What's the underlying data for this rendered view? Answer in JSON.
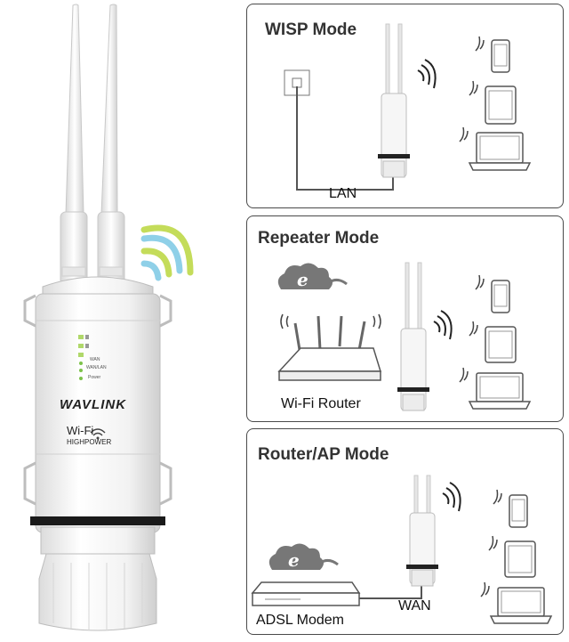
{
  "device": {
    "brand": "WAVLINK",
    "wifi_logo": "Wi-Fi",
    "highpower": "HIGHPOWER",
    "led_labels": [
      "WAN",
      "WAN/LAN",
      "Power"
    ]
  },
  "panels": [
    {
      "title": "WISP Mode",
      "labels": [
        "LAN"
      ]
    },
    {
      "title": "Repeater  Mode",
      "labels": [
        "Wi-Fi Router"
      ]
    },
    {
      "title": "Router/AP Mode",
      "labels": [
        "ADSL Modem",
        "WAN"
      ]
    }
  ],
  "colors": {
    "signal_blue": "#8fd0e8",
    "signal_green": "#c4dc5a",
    "outline": "#4a4a4a"
  }
}
